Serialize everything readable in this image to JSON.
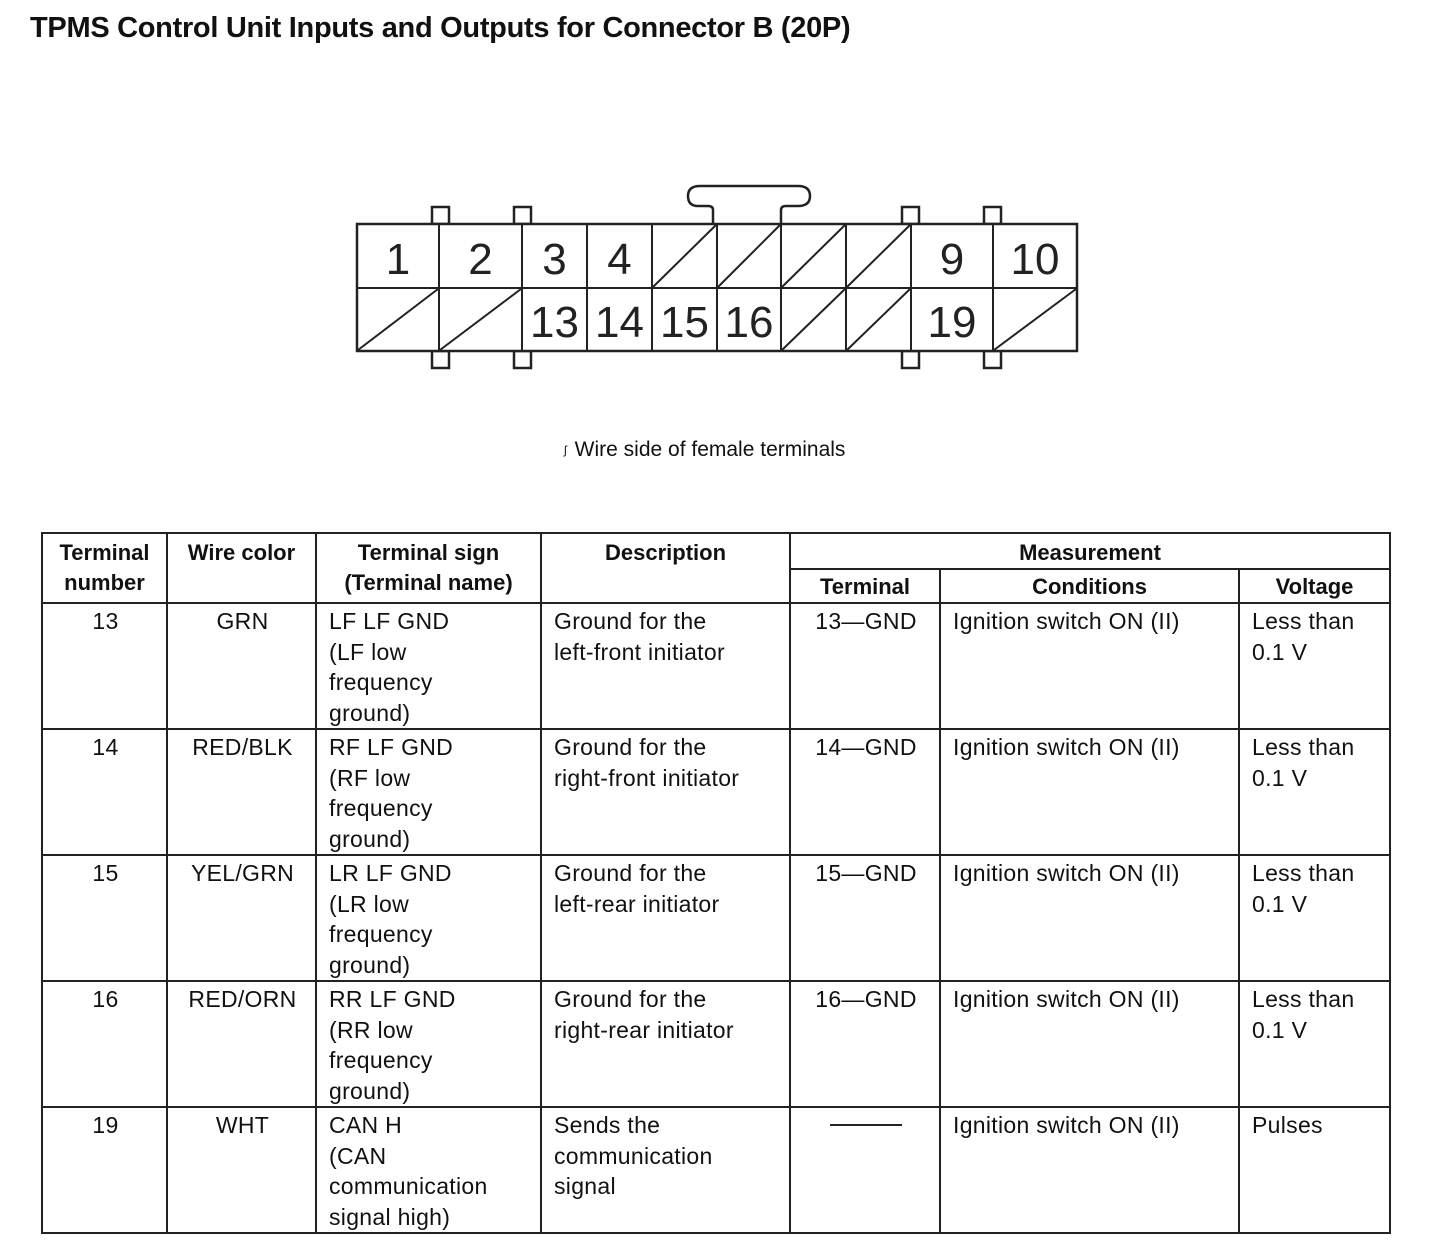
{
  "title": "TPMS Control Unit Inputs and Outputs for Connector B (20P)",
  "connector": {
    "top_row": [
      "1",
      "2",
      "3",
      "4",
      "",
      "",
      "",
      "",
      "9",
      "10"
    ],
    "bottom_row": [
      "",
      "",
      "13",
      "14",
      "15",
      "16",
      "",
      "",
      "19",
      ""
    ],
    "caption_mark": "ʃ",
    "caption": "Wire side of female terminals"
  },
  "table": {
    "headers": {
      "terminal_number": "Terminal\nnumber",
      "wire_color": "Wire color",
      "terminal_sign": "Terminal sign\n(Terminal name)",
      "description": "Description",
      "measurement": "Measurement",
      "terminal": "Terminal",
      "conditions": "Conditions",
      "voltage": "Voltage"
    },
    "rows": [
      {
        "number": "13",
        "wire": "GRN",
        "sign": "LF LF GND\n(LF low\nfrequency\nground)",
        "description": "Ground for the\nleft-front initiator",
        "terminal": "13—GND",
        "conditions": "Ignition switch ON (II)",
        "voltage": "Less than\n0.1 V"
      },
      {
        "number": "14",
        "wire": "RED/BLK",
        "sign": "RF LF GND\n(RF low\nfrequency\nground)",
        "description": "Ground for the\nright-front initiator",
        "terminal": "14—GND",
        "conditions": "Ignition switch ON (II)",
        "voltage": "Less than\n0.1 V"
      },
      {
        "number": "15",
        "wire": "YEL/GRN",
        "sign": "LR LF GND\n(LR low\nfrequency\nground)",
        "description": "Ground for the\nleft-rear initiator",
        "terminal": "15—GND",
        "conditions": "Ignition switch ON (II)",
        "voltage": "Less than\n0.1 V"
      },
      {
        "number": "16",
        "wire": "RED/ORN",
        "sign": "RR LF GND\n(RR low\nfrequency\nground)",
        "description": "Ground for the\nright-rear initiator",
        "terminal": "16—GND",
        "conditions": "Ignition switch ON (II)",
        "voltage": "Less than\n0.1 V"
      },
      {
        "number": "19",
        "wire": "WHT",
        "sign": "CAN H\n(CAN\ncommunication\nsignal high)",
        "description": "Sends the\ncommunication\nsignal",
        "terminal": "",
        "conditions": "Ignition switch ON (II)",
        "voltage": "Pulses"
      }
    ]
  }
}
